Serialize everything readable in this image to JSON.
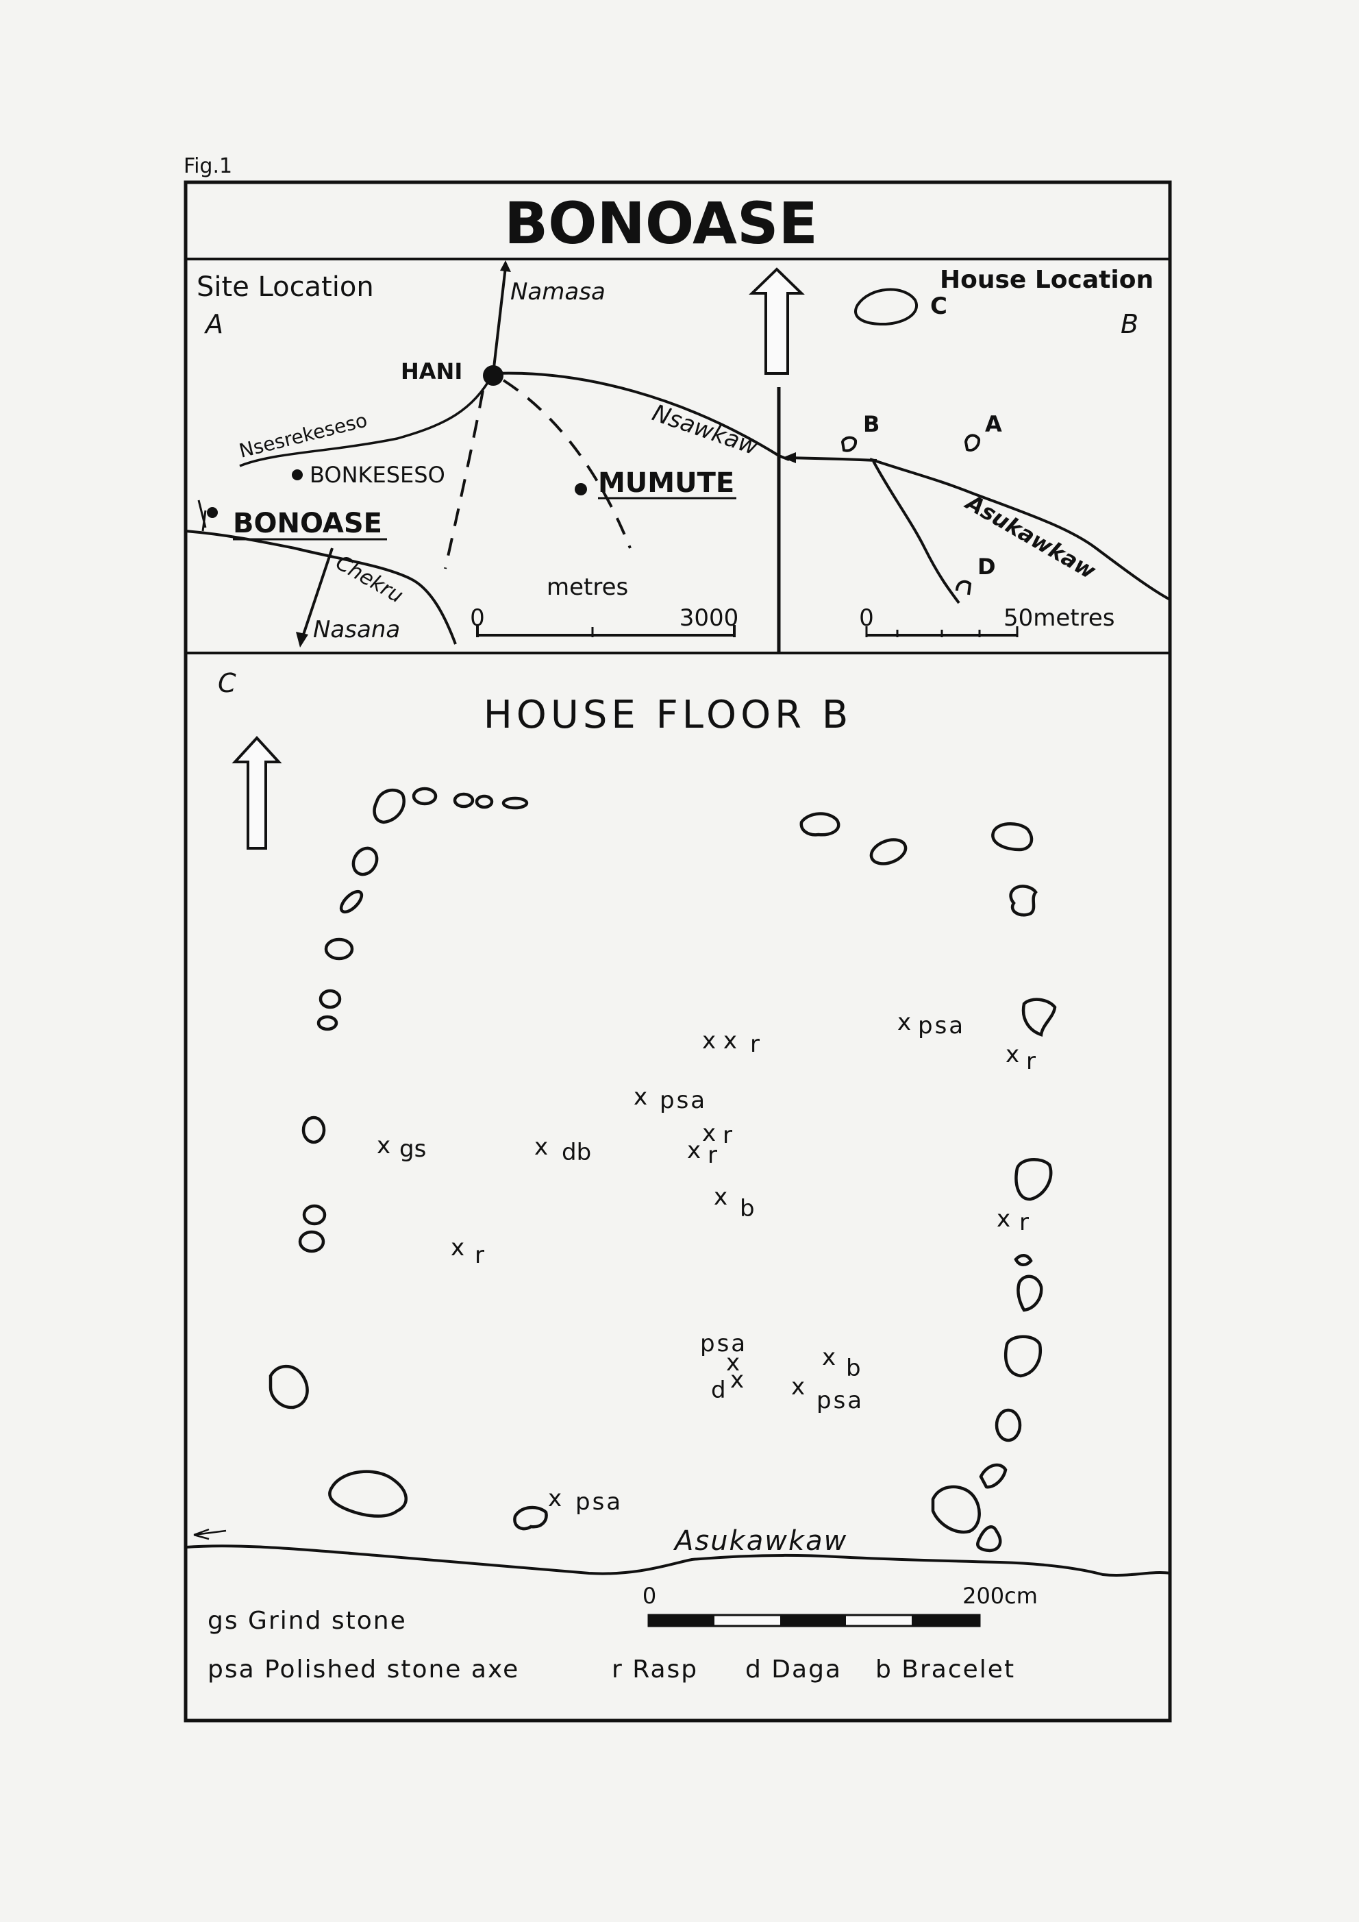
{
  "figure_label": "Fig.1",
  "title": "BONOASE",
  "panel_a": {
    "heading": "Site Location",
    "letter": "A",
    "places": {
      "hani": "HANI",
      "bonkeseso": "BONKESESO",
      "mumute": "MUMUTE",
      "bonoase": "BONOASE"
    },
    "rivers": {
      "namasa": "Namasa",
      "nsesrekeseso": "Nsesrekeseso",
      "nsawkaw": "Nsawkaw",
      "chekru": "Chekru",
      "nasana": "Nasana"
    },
    "scale": {
      "unit": "metres",
      "zero": "0",
      "max": "3000"
    }
  },
  "panel_b": {
    "heading": "House Location",
    "letter": "B",
    "houses": {
      "a": "A",
      "b": "B",
      "c": "C",
      "d": "D"
    },
    "river": "Asukawkaw",
    "scale": {
      "zero": "0",
      "max": "50metres"
    }
  },
  "panel_c": {
    "letter": "C",
    "heading": "HOUSE FLOOR B",
    "finds": [
      {
        "mark": "x",
        "code": "psa"
      },
      {
        "mark": "x x",
        "code": "r"
      },
      {
        "mark": "x",
        "code": "r"
      },
      {
        "mark": "x",
        "code": "psa"
      },
      {
        "mark": "x",
        "code": "gs"
      },
      {
        "mark": "x",
        "code": "db"
      },
      {
        "mark": "x",
        "code": "r"
      },
      {
        "mark": "x",
        "code": "r"
      },
      {
        "mark": "x",
        "code": "b"
      },
      {
        "mark": "x",
        "code": "r"
      },
      {
        "mark": "x",
        "code": "r"
      },
      {
        "mark": "x",
        "code": "psa"
      },
      {
        "mark": "x",
        "code": "d"
      },
      {
        "mark": "x",
        "code": "b"
      },
      {
        "mark": "x",
        "code": "psa"
      },
      {
        "mark": "x",
        "code": "psa"
      }
    ],
    "river": "Asukawkaw",
    "scale": {
      "zero": "0",
      "max": "200cm"
    },
    "legend": {
      "gs": "gs Grind stone",
      "psa": "psa Polished stone axe",
      "r": "r Rasp",
      "d": "d Daga",
      "b": "b Bracelet"
    }
  }
}
